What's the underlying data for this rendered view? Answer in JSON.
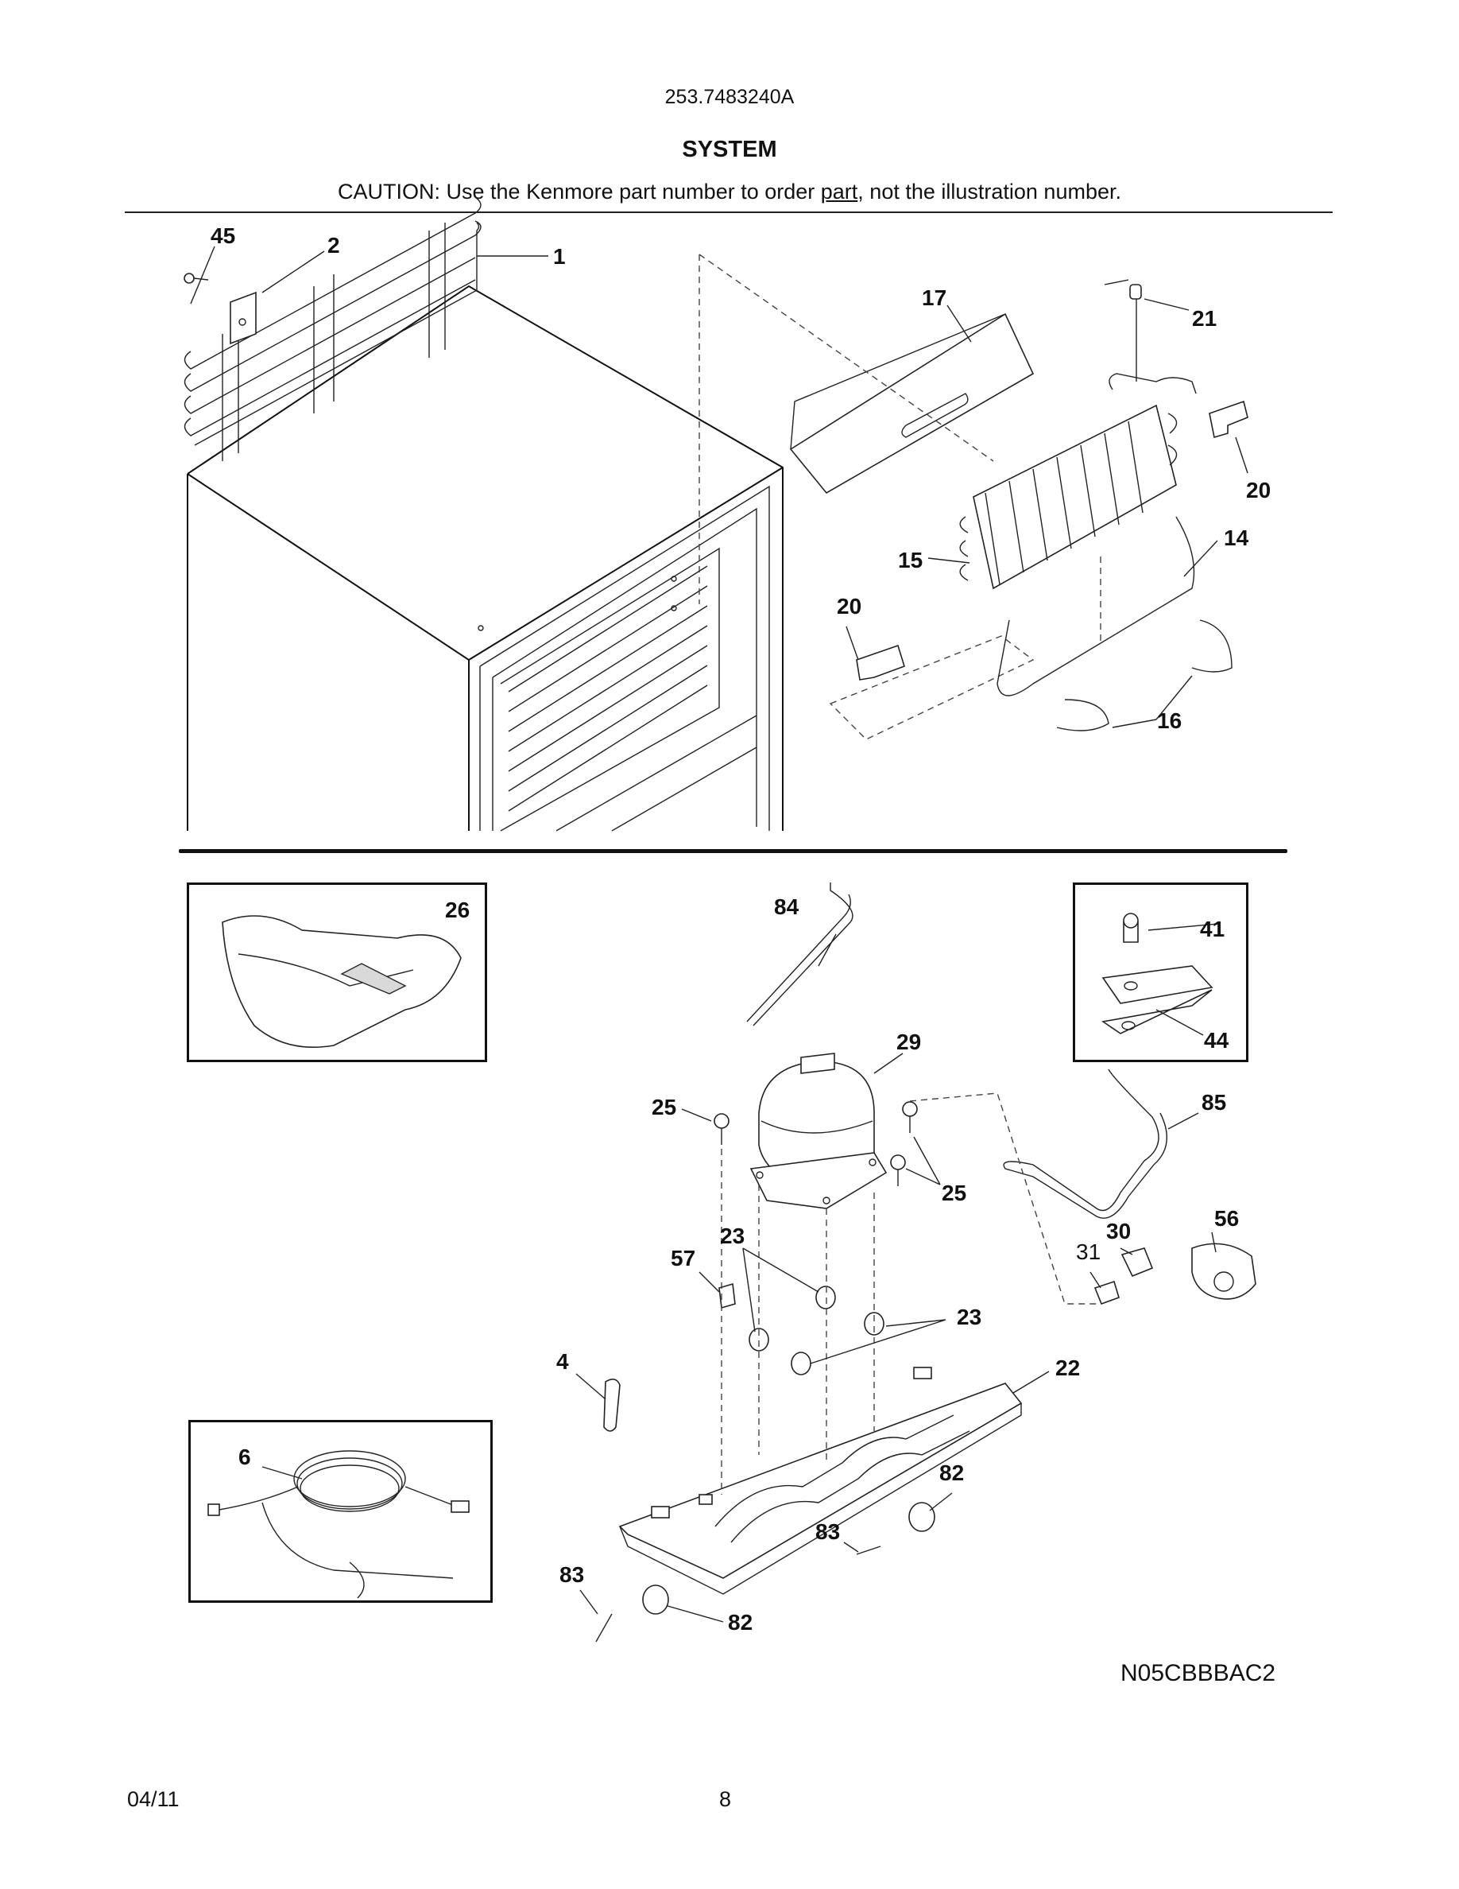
{
  "header": {
    "model_number": "253.7483240A",
    "section_title": "SYSTEM",
    "caution_prefix": "CAUTION: Use the Kenmore part number to order ",
    "caution_link": "part",
    "caution_suffix": ", not the illustration number."
  },
  "callouts": {
    "c45": "45",
    "c2": "2",
    "c1": "1",
    "c17": "17",
    "c21": "21",
    "c20a": "20",
    "c14": "14",
    "c15": "15",
    "c20b": "20",
    "c16": "16",
    "c26": "26",
    "c84": "84",
    "c41": "41",
    "c44": "44",
    "c29": "29",
    "c25a": "25",
    "c25b": "25",
    "c85": "85",
    "c56": "56",
    "c30": "30",
    "c31": "31",
    "c23a": "23",
    "c57": "57",
    "c23b": "23",
    "c4": "4",
    "c22": "22",
    "c6": "6",
    "c82a": "82",
    "c83a": "83",
    "c83b": "83",
    "c82b": "82"
  },
  "footer": {
    "diagram_code": "N05CBBBAC2",
    "date": "04/11",
    "page_number": "8"
  },
  "colors": {
    "ink": "#111111",
    "shade": "#d9d9d9"
  }
}
